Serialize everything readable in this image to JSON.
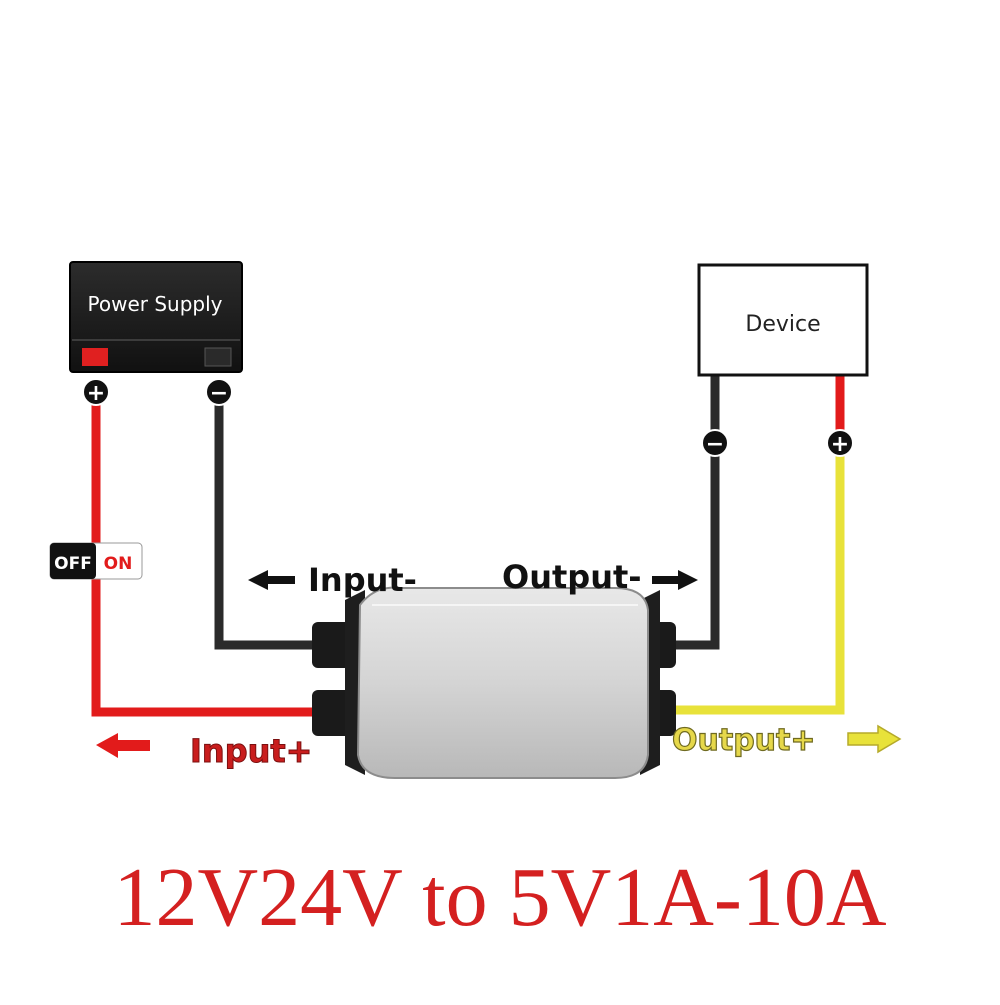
{
  "power_supply": {
    "label": "Power Supply"
  },
  "device": {
    "label": "Device"
  },
  "switch": {
    "off_label": "OFF",
    "on_label": "ON"
  },
  "terminals": {
    "plus": "+",
    "minus": "−"
  },
  "labels": {
    "input_minus": "Input-",
    "output_minus": "Output-",
    "input_plus": "Input+",
    "output_plus": "Output+"
  },
  "caption": "12V24V to 5V1A-10A",
  "colors": {
    "positive_wire": "#e21b1b",
    "negative_wire": "#2b2b2b",
    "output_positive_wire": "#e8e23a",
    "caption": "#d42020",
    "input_plus_label": "#c91d1d",
    "output_plus_label": "#e6d84a"
  }
}
